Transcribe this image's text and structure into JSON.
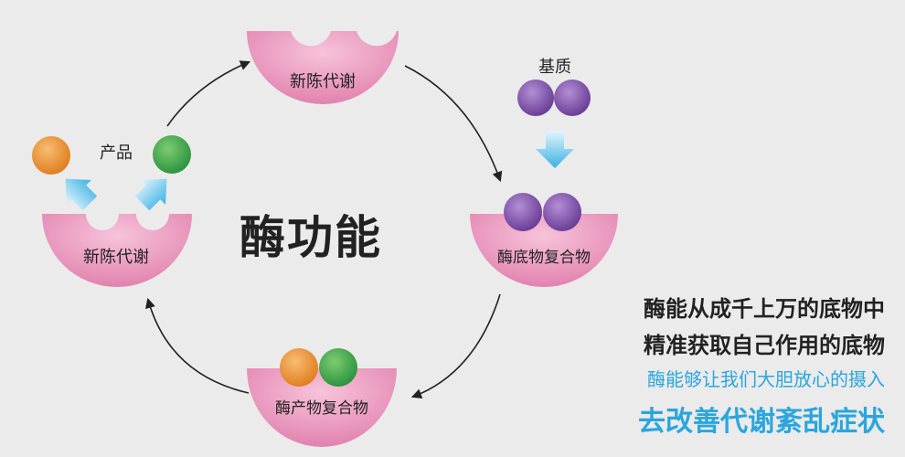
{
  "center_title": "酶功能",
  "nodes": {
    "top": "新陈代谢",
    "left": "新陈代谢",
    "right": "酶底物复合物",
    "bottom": "酶产物复合物"
  },
  "labels": {
    "products": "产品",
    "substrate": "基质"
  },
  "description": [
    "酶能从成千上万的底物中",
    "精准获取自己作用的底物",
    "酶能够让我们大胆放心的摄入",
    "去改善代谢紊乱症状"
  ],
  "colors": {
    "background": "#ebebeb",
    "enzyme_pink": "#e48ab2",
    "substrate_purple": "#7a4ca3",
    "product_orange": "#e8922f",
    "product_green": "#3fa74a",
    "arrow_blue": "#5bc0ea",
    "accent_text": "#2aa6dd"
  },
  "icons": [
    "enzyme-bowl-icon",
    "substrate-molecule-icon",
    "product-molecule-icon",
    "release-arrow-icon",
    "cycle-arrow-icon"
  ]
}
